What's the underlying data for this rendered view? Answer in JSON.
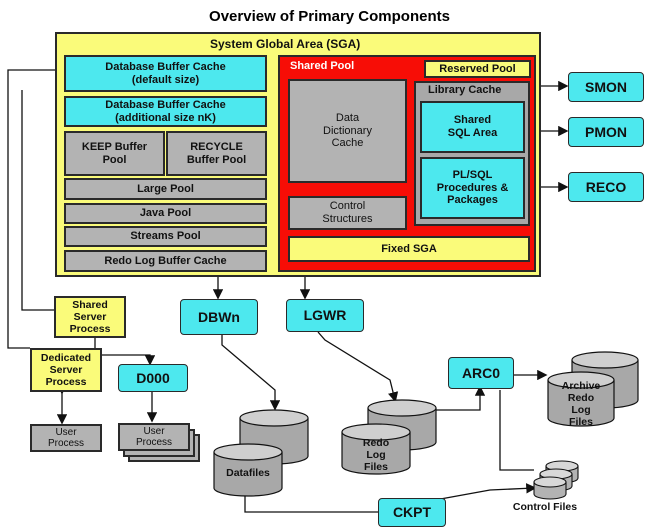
{
  "title": "Overview of Primary Components",
  "sga": {
    "label": "System Global Area (SGA)",
    "db_buffer_default": "Database Buffer Cache (default size)",
    "db_buffer_nk": "Database Buffer Cache (additional size nK)",
    "keep_pool": "KEEP Buffer Pool",
    "recycle_pool": "RECYCLE Buffer Pool",
    "large_pool": "Large Pool",
    "java_pool": "Java Pool",
    "streams_pool": "Streams Pool",
    "redo_log_buffer": "Redo Log Buffer Cache",
    "shared_pool": "Shared Pool",
    "reserved_pool": "Reserved Pool",
    "data_dictionary": "Data Dictionary Cache",
    "library_cache": "Library Cache",
    "shared_sql": "Shared SQL Area",
    "plsql": "PL/SQL Procedures & Packages",
    "control_structures": "Control Structures",
    "fixed_sga": "Fixed SGA"
  },
  "background_processes": {
    "smon": "SMON",
    "pmon": "PMON",
    "reco": "RECO",
    "dbwn": "DBWn",
    "lgwr": "LGWR",
    "arc0": "ARC0",
    "ckpt": "CKPT",
    "d000": "D000"
  },
  "server": {
    "shared_server": "Shared Server Process",
    "dedicated_server": "Dedicated Server Process",
    "user_process_single": "User Process",
    "user_process_multi": "User Process"
  },
  "files": {
    "datafiles": "Datafiles",
    "redo_log_files": "Redo Log Files",
    "archive_redo_log_files": "Archive Redo Log Files",
    "control_files": "Control Files"
  },
  "colors": {
    "cyan": "#4de8ee",
    "sga_yellow": "#fafb7a",
    "shared_pool_red": "#f70d06",
    "grey": "#b3b3b3"
  }
}
